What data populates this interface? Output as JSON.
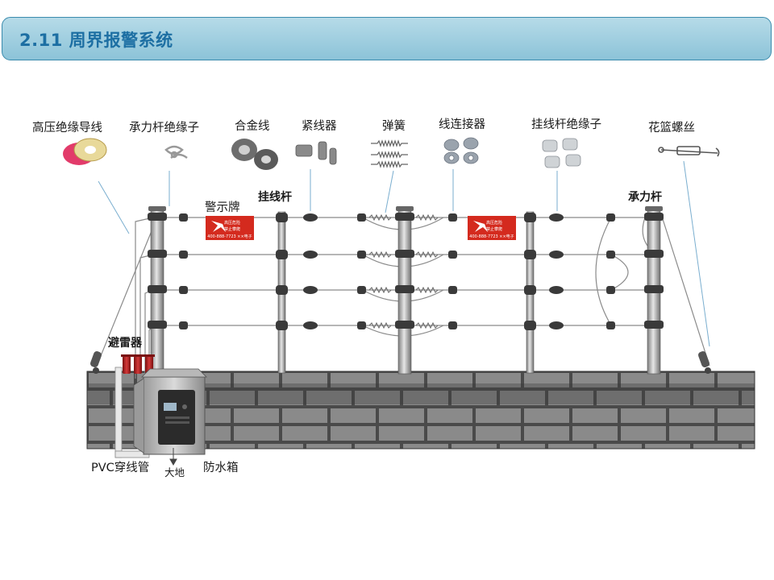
{
  "header": {
    "title": "2.11 周界报警系统"
  },
  "components": {
    "insulated_wire": "高压绝缘导线",
    "load_insulator": "承力杆绝缘子",
    "alloy_wire": "合金线",
    "tensioner": "紧线器",
    "spring": "弹簧",
    "wire_connector": "线连接器",
    "hanging_insulator": "挂线杆绝缘子",
    "turnbuckle": "花篮螺丝"
  },
  "labels": {
    "warning_sign": "警示牌",
    "hanging_pole": "挂线杆",
    "load_pole": "承力杆",
    "arrester": "避雷器",
    "pvc_pipe": "PVC穿线管",
    "ground": "大地",
    "waterproof_box": "防水箱"
  },
  "sign": {
    "line1": "高压危险",
    "line2": "禁止攀爬",
    "line3": "400-888-7723  ××电子"
  }
}
